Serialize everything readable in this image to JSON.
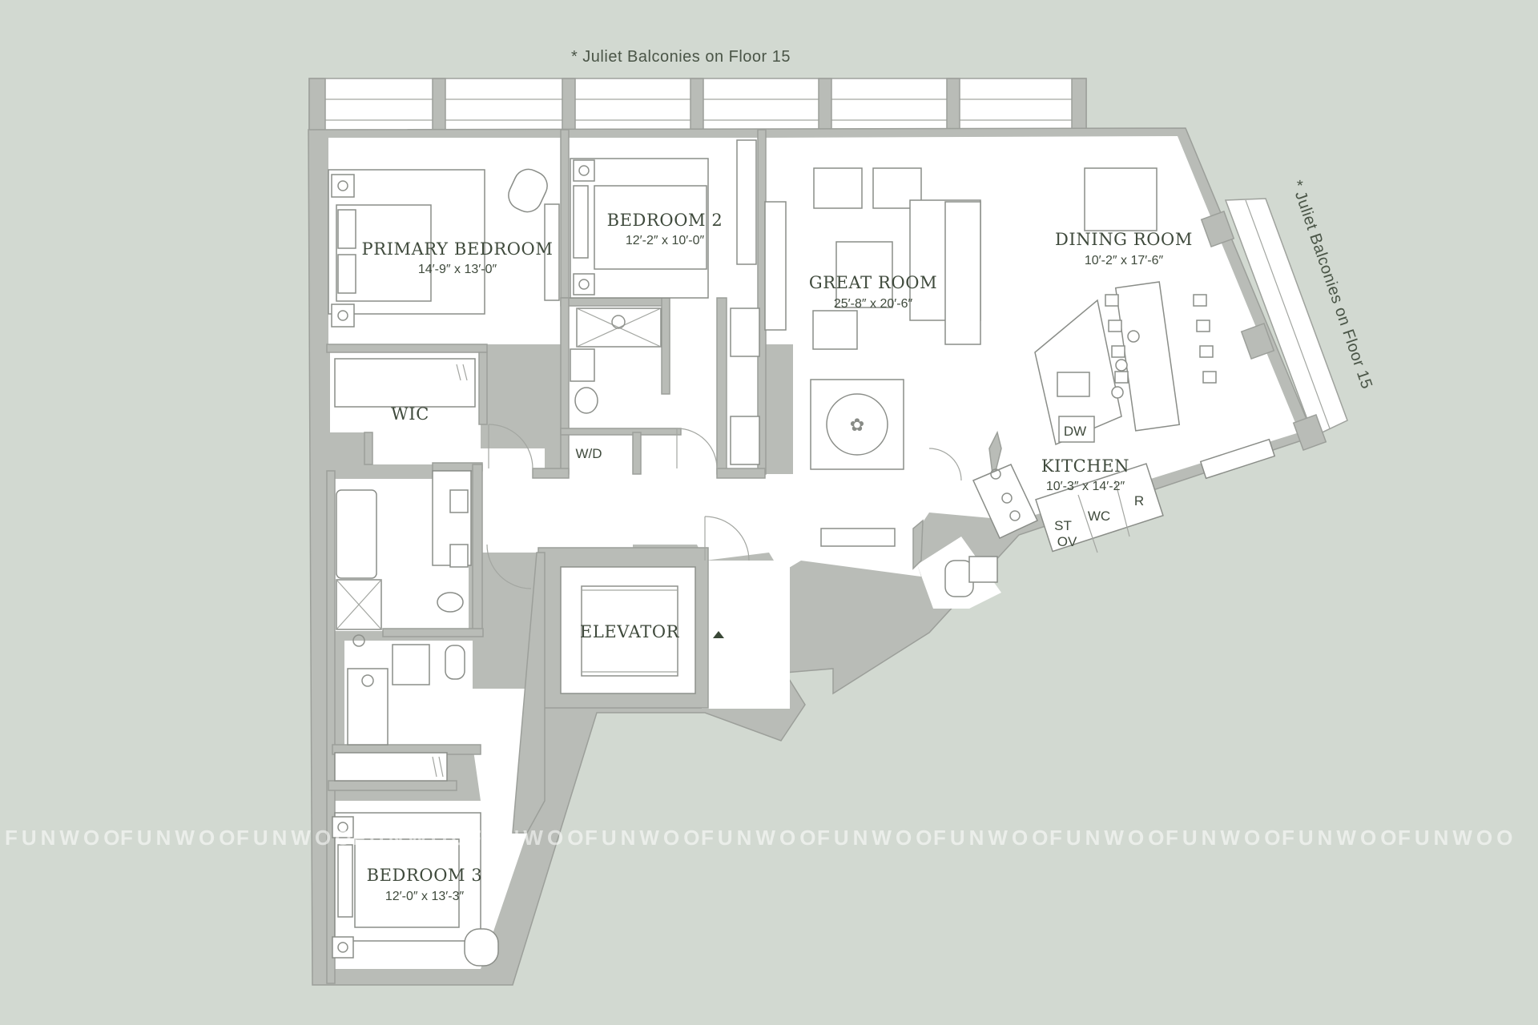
{
  "notes": {
    "top": "* Juliet Balconies on Floor 15",
    "side": "* Juliet Balconies on Floor 15"
  },
  "rooms": {
    "primary_bedroom": {
      "name": "PRIMARY BEDROOM",
      "dim": "14′-9″ x 13′-0″"
    },
    "bedroom2": {
      "name": "BEDROOM 2",
      "dim": "12′-2″ x 10′-0″"
    },
    "great_room": {
      "name": "GREAT ROOM",
      "dim": "25′-8″ x 20′-6″"
    },
    "dining_room": {
      "name": "DINING ROOM",
      "dim": "10′-2″ x 17′-6″"
    },
    "kitchen": {
      "name": "KITCHEN",
      "dim": "10′-3″ x 14′-2″"
    },
    "wic": {
      "name": "WIC"
    },
    "elevator": {
      "name": "ELEVATOR"
    },
    "bedroom3": {
      "name": "BEDROOM 3",
      "dim": "12′-0″ x 13′-3″"
    }
  },
  "appliances": {
    "wd": "W/D",
    "dw": "DW",
    "st": "ST",
    "ov": "OV",
    "wc": "WC",
    "r": "R"
  },
  "watermark": "FUNWOO",
  "colors": {
    "background": "#d2d9d1",
    "wall": "#b9bcb7",
    "floor": "#ffffff",
    "text": "#3f4a3c"
  }
}
